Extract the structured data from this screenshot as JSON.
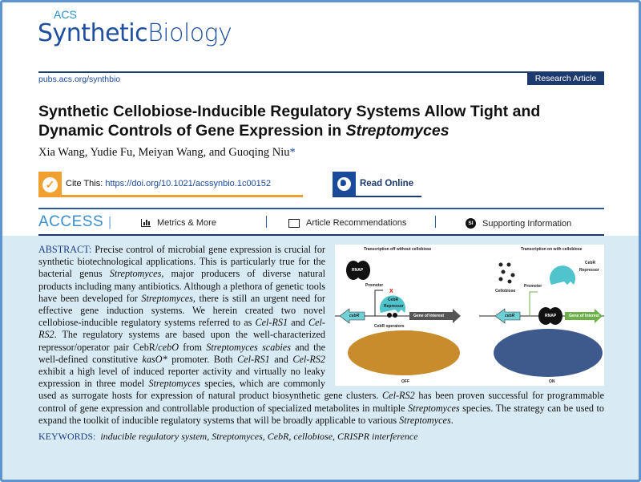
{
  "journal": {
    "logo_prefix": "ACS",
    "logo_name_1": "Synthetic",
    "logo_name_2": "Biology",
    "url": "pubs.acs.org/synthbio",
    "article_type": "Research Article"
  },
  "article": {
    "title_line1": "Synthetic Cellobiose-Inducible Regulatory Systems Allow Tight and",
    "title_line2": "Dynamic Controls of Gene Expression in ",
    "title_italic": "Streptomyces",
    "authors": "Xia Wang, Yudie Fu, Meiyan Wang, and Guoqing Niu",
    "author_mark": "*"
  },
  "cite": {
    "label": "Cite This:",
    "doi": "https://doi.org/10.1021/acssynbio.1c00152"
  },
  "read_online": "Read Online",
  "access_bar": {
    "access": "ACCESS",
    "metrics": "Metrics & More",
    "recommendations": "Article Recommendations",
    "supporting": "Supporting Information",
    "si_badge": "SI"
  },
  "abstract": {
    "heading": "ABSTRACT:",
    "segments": [
      {
        "t": " Precise control of microbial gene expression is crucial for synthetic biotechnological applications. This is particularly true for the bacterial genus "
      },
      {
        "t": "Streptomyces",
        "i": true
      },
      {
        "t": ", major producers of diverse natural products including many antibiotics. Although a plethora of genetic tools have been developed for "
      },
      {
        "t": "Streptomyces",
        "i": true
      },
      {
        "t": ", there is still an urgent need for effective gene induction systems. We herein created two novel cellobiose-inducible regulatory systems referred to as "
      },
      {
        "t": "Cel-RS1",
        "i": true
      },
      {
        "t": " and "
      },
      {
        "t": "Cel-RS2",
        "i": true
      },
      {
        "t": ". The regulatory systems are based upon the well-characterized repressor/operator pair CebR/"
      },
      {
        "t": "cebO",
        "i": true
      },
      {
        "t": " from "
      },
      {
        "t": "Streptomyces scabies",
        "i": true
      },
      {
        "t": " and the well-defined constitutive "
      },
      {
        "t": "kasO*",
        "i": true
      },
      {
        "t": " promoter. Both "
      },
      {
        "t": "Cel-RS1",
        "i": true
      },
      {
        "t": " and "
      },
      {
        "t": "Cel-RS2",
        "i": true
      },
      {
        "t": " exhibit a high level of induced reporter activity and virtually no leaky expression in three model "
      },
      {
        "t": "Streptomyces",
        "i": true
      },
      {
        "t": " species, which are commonly used as surrogate hosts for expression of natural product biosynthetic gene clusters. "
      },
      {
        "t": "Cel-RS2",
        "i": true
      },
      {
        "t": " has been proven successful for programmable control of gene expression and controllable production of specialized metabolites in multiple "
      },
      {
        "t": "Streptomyces",
        "i": true
      },
      {
        "t": " species. The strategy can be used to expand the toolkit of inducible regulatory systems that will be broadly applicable to various "
      },
      {
        "t": "Streptomyces",
        "i": true
      },
      {
        "t": "."
      }
    ]
  },
  "figure": {
    "off_title": "Transcription off without cellobiose",
    "on_title": "Transcription on with cellobiose",
    "rnap": "RNAP",
    "promoter": "Promoter",
    "x_mark": "X",
    "cebr_repressor_1": "CebR",
    "cebr_repressor_2": "Repressor",
    "cebr_gene": "cebR",
    "gene_of_interest": "Gene of Interest",
    "operators": "CebR operators",
    "cellobiose": "Cellobiose",
    "off_label": "OFF",
    "on_label": "ON"
  },
  "keywords": {
    "heading": "KEYWORDS:",
    "list": "inducible regulatory system, Streptomyces, CebR, cellobiose, CRISPR interference"
  },
  "colors": {
    "navy": "#1c3a6e",
    "accent_orange": "#f0a030",
    "abstract_bg": "#d8ebf5",
    "frame": "#5d93cf"
  }
}
